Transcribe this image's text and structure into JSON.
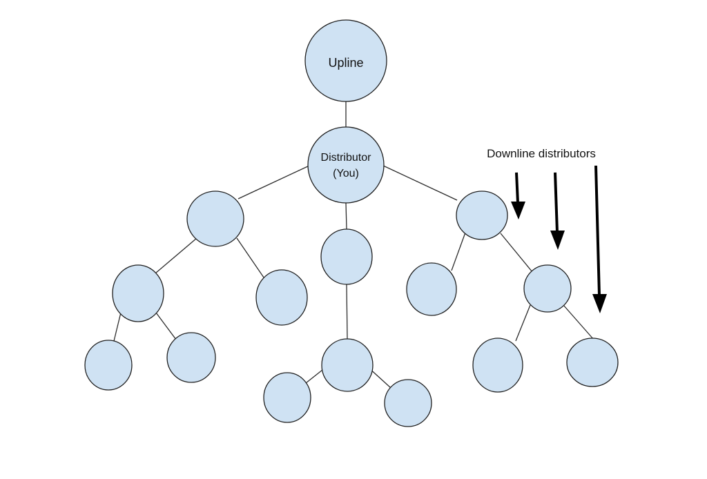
{
  "diagram": {
    "type": "tree",
    "colors": {
      "node_fill": "#cfe2f3",
      "node_stroke": "#1f1f1f",
      "edge": "#2b2b2b",
      "arrow": "#000000"
    },
    "nodes": {
      "upline": {
        "label": "Upline"
      },
      "distributor": {
        "label_line1": "Distributor",
        "label_line2": "(You)"
      }
    },
    "annotation": {
      "label": "Downline distributors",
      "arrows": 3,
      "direction": "down"
    }
  }
}
